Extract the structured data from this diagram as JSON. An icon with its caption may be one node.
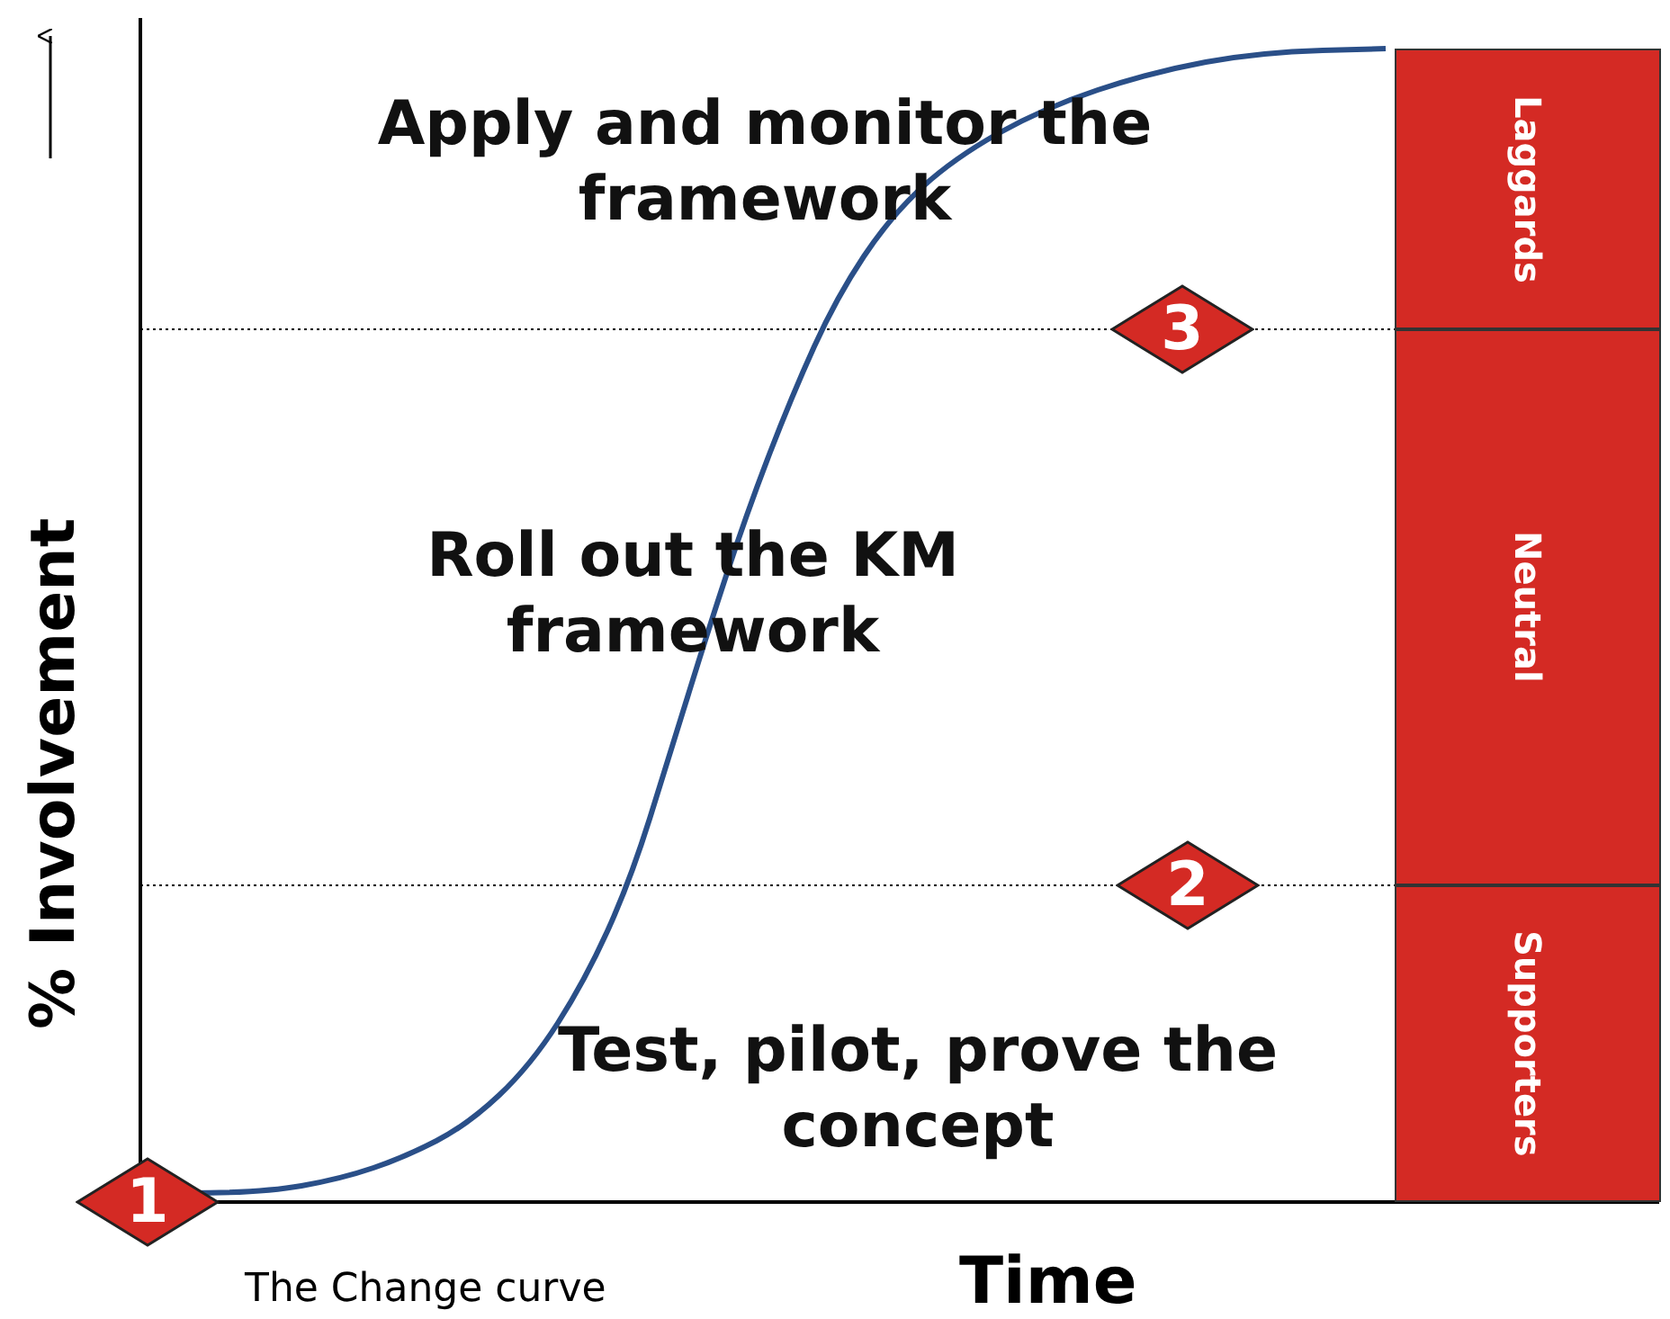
{
  "diagram": {
    "nodes": [
      {
        "text": [
          "Laggards"
        ]
      },
      {
        "text": [
          "Neutral"
        ]
      },
      {
        "text": [
          "Supporters"
        ]
      },
      {
        "text": [
          "3"
        ]
      },
      {
        "text": [
          "2"
        ]
      },
      {
        "text": [
          "1"
        ]
      }
    ],
    "labels": [
      "Apply and monitor the framework",
      "Roll out the KM framework",
      "% Involvement",
      "Test, pilot, prove the concept",
      "The Change curve",
      "Time"
    ]
  }
}
